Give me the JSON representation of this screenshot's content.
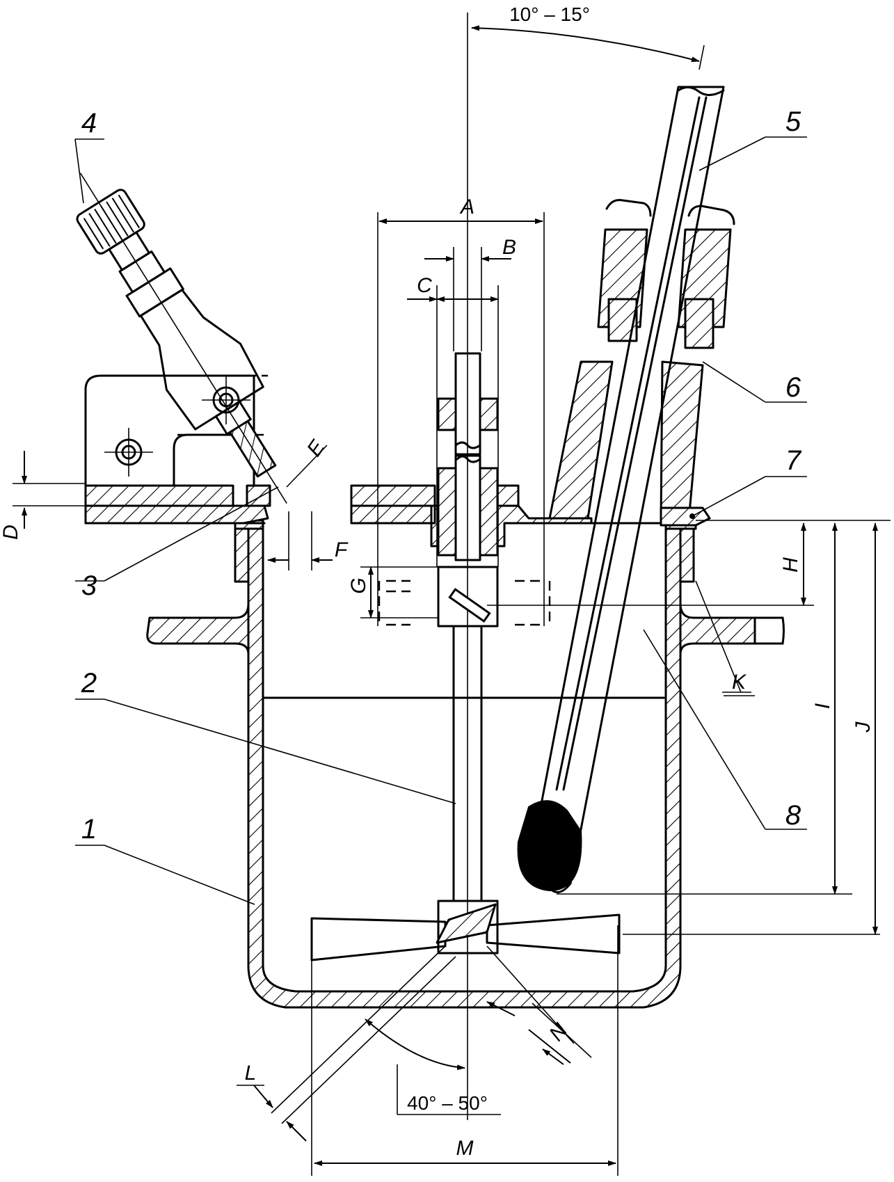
{
  "angles": {
    "top": "10° – 15°",
    "bottom": "40° – 50°"
  },
  "dimensions": {
    "A": "A",
    "B": "B",
    "C": "C",
    "D": "D",
    "E": "E",
    "F": "F",
    "G": "G",
    "H": "H",
    "I": "I",
    "J": "J",
    "K": "K",
    "L": "L",
    "M": "M",
    "N": "N"
  },
  "callouts": {
    "c1": "1",
    "c2": "2",
    "c3": "3",
    "c4": "4",
    "c5": "5",
    "c6": "6",
    "c7": "7",
    "c8": "8"
  }
}
